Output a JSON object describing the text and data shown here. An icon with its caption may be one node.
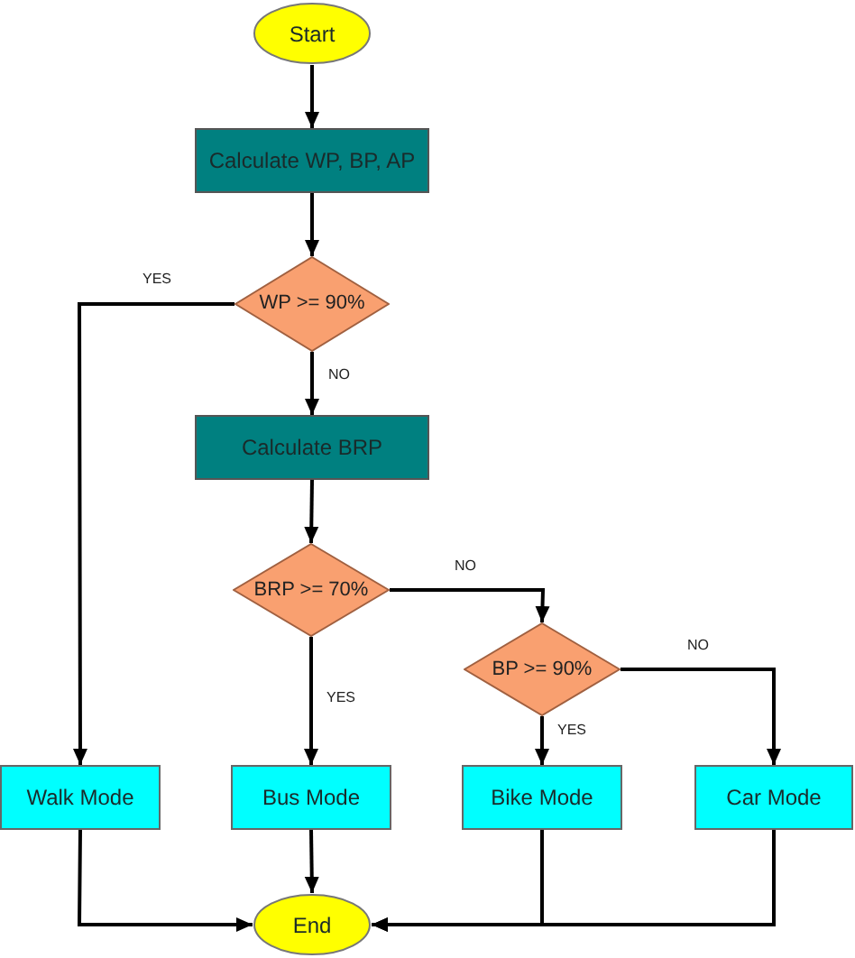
{
  "diagram": {
    "nodes": [
      {
        "text": [
          "Start"
        ]
      },
      {
        "text": [
          "Calculate WP, BP, AP"
        ]
      },
      {
        "text": [
          "WP >= 90%"
        ]
      },
      {
        "text": [
          "Calculate BRP"
        ]
      },
      {
        "text": [
          "BRP >= 70%"
        ]
      },
      {
        "text": [
          "BP >= 90%"
        ]
      },
      {
        "text": [
          "Walk Mode"
        ]
      },
      {
        "text": [
          "Bus Mode"
        ]
      },
      {
        "text": [
          "Bike Mode"
        ]
      },
      {
        "text": [
          "Car Mode"
        ]
      },
      {
        "text": [
          "End"
        ]
      }
    ],
    "edges": [
      {
        "from": 0,
        "to": 1,
        "arrow": "to"
      },
      {
        "from": 1,
        "to": 2,
        "arrow": "to"
      },
      {
        "from": 2,
        "to": 6,
        "label": "YES",
        "arrow": "to"
      },
      {
        "from": 2,
        "to": 3,
        "label": "NO",
        "arrow": "to"
      },
      {
        "from": 3,
        "to": 4,
        "arrow": "to"
      },
      {
        "from": 4,
        "to": 5,
        "label": "NO",
        "arrow": "to"
      },
      {
        "from": 4,
        "to": 7,
        "label": "YES",
        "arrow": "to"
      },
      {
        "from": 5,
        "to": 8,
        "label": "YES",
        "arrow": "to"
      },
      {
        "from": 5,
        "to": 9,
        "label": "NO",
        "arrow": "to"
      },
      {
        "from": 6,
        "to": 10,
        "arrow": "to"
      },
      {
        "from": 7,
        "to": 10,
        "arrow": "to"
      },
      {
        "from": 8,
        "to": 10,
        "arrow": "to"
      },
      {
        "from": 9,
        "to": 10,
        "arrow": "to"
      }
    ]
  }
}
